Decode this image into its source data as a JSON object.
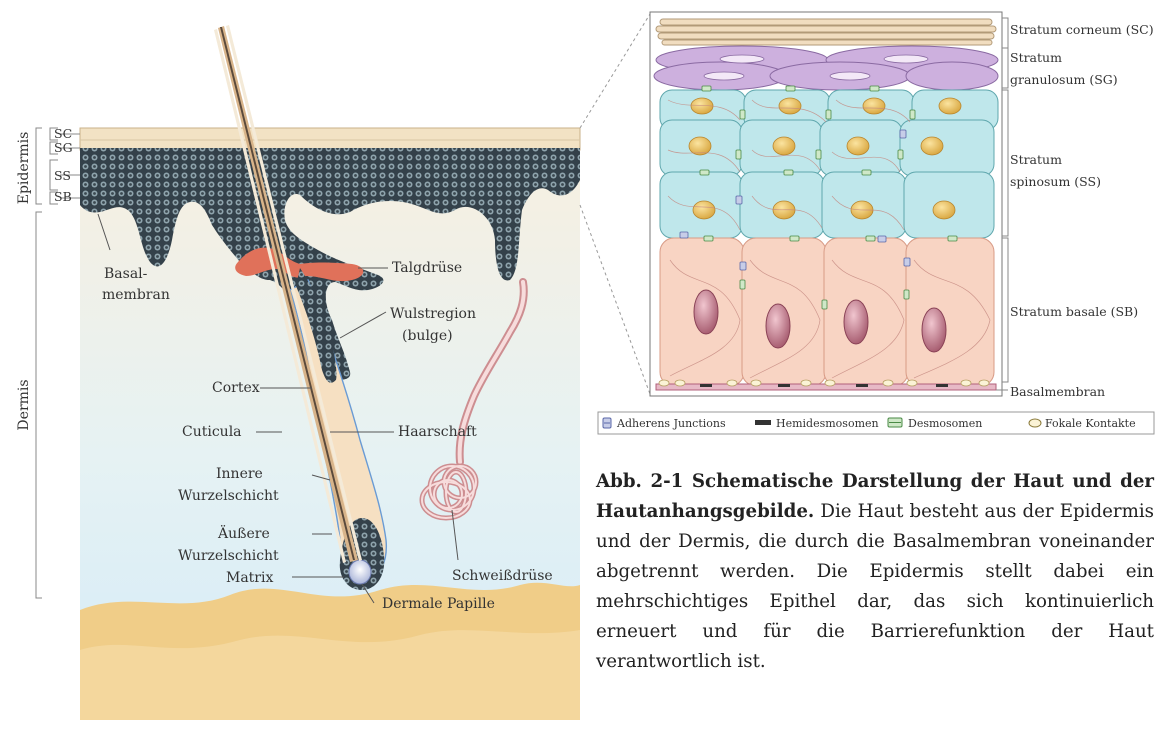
{
  "left_panel": {
    "epidermis_label": "Epidermis",
    "dermis_label": "Dermis",
    "layer_abbrev": {
      "sc": "SC",
      "sg": "SG",
      "ss": "SS",
      "sb": "SB"
    },
    "labels": {
      "basalmembran_1": "Basal-",
      "basalmembran_2": "membran",
      "talgdruese": "Talgdrüse",
      "wulstregion_1": "Wulstregion",
      "wulstregion_2": "(bulge)",
      "cortex": "Cortex",
      "cuticula": "Cuticula",
      "haarschaft": "Haarschaft",
      "innere_1": "Innere",
      "innere_2": "Wurzelschicht",
      "aeussere_1": "Äußere",
      "aeussere_2": "Wurzelschicht",
      "schweissdruese": "Schweißdrüse",
      "matrix": "Matrix",
      "dermale_papille": "Dermale Papille"
    }
  },
  "right_panel": {
    "layers": {
      "sc": "Stratum corneum (SC)",
      "sg_1": "Stratum",
      "sg_2": "granulosum (SG)",
      "ss_1": "Stratum",
      "ss_2": "spinosum (SS)",
      "sb": "Stratum basale (SB)",
      "basalmembran": "Basalmembran"
    },
    "legend": [
      {
        "label": "Adherens Junctions",
        "icon": "adherens-junction-icon"
      },
      {
        "label": "Hemidesmosomen",
        "icon": "hemidesmosome-icon"
      },
      {
        "label": "Desmosomen",
        "icon": "desmosome-icon"
      },
      {
        "label": "Fokale Kontakte",
        "icon": "focal-contact-icon"
      }
    ]
  },
  "caption": {
    "title": "Abb. 2-1 Schematische Darstellung der Haut und der Hautanhangsgebilde.",
    "body": " Die Haut besteht aus der Epidermis und der Dermis, die durch die Basalmembran voneinander abgetrennt werden. Die Epidermis stellt dabei ein mehrschichtiges Epithel dar, das sich kontinuierlich erneuert und für die Barrierefunktion der Haut verantwortlich ist."
  },
  "colors": {
    "dermis_top": "#f8efdf",
    "dermis_bottom": "#d6ecf7",
    "fat": "#f1d291",
    "epidermis_dark": "#3d4a52",
    "sebaceous": "#e07258",
    "sweat_gland": "#e8aeb0",
    "spinosum_cell": "#bfe6ea",
    "basale_cell": "#f8d2c0",
    "granulosum_cell": "#c8a8dc",
    "nucleus": "#f3c25e"
  }
}
